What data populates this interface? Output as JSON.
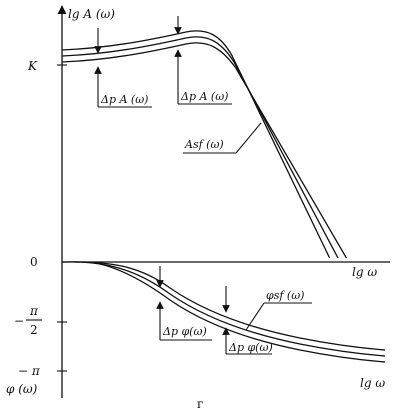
{
  "labels": {
    "y_axis_top": "lg A (ω)",
    "y_axis_bottom": "φ (ω)",
    "x_axis_mid": "lg ω",
    "x_axis_bottom": "lg ω",
    "tick_k": "K",
    "tick_zero": "0",
    "tick_pi_num": "π",
    "tick_pi_sign": "−",
    "tick_pi_den": "2",
    "tick_minus_pi": "− π",
    "ann_dpA_1": "Δp A (ω)",
    "ann_dpA_2": "Δp A (ω)",
    "ann_Asf": "Asf (ω)",
    "ann_phisf": "φsf (ω)",
    "ann_dpphi_1": "Δp φ(ω)",
    "ann_dpphi_2": "Δp φ(ω)",
    "caption": "г"
  }
}
